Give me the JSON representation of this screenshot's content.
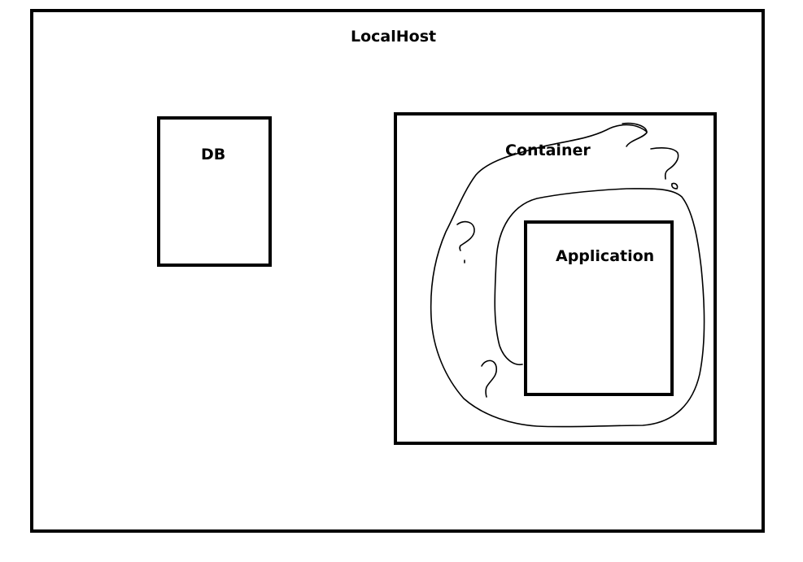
{
  "diagram": {
    "localhost": {
      "label": "LocalHost"
    },
    "db": {
      "label": "DB"
    },
    "container": {
      "label": "Container"
    },
    "application": {
      "label": "Application"
    }
  }
}
